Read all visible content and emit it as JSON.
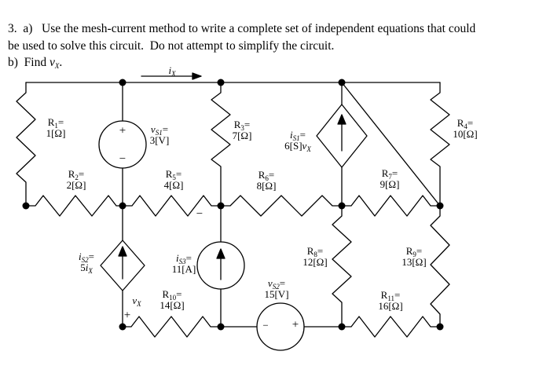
{
  "header": {
    "line1": "3.  a)   Use the mesh-current method to write a complete set of independent equations that could",
    "line2": "be used to solve this circuit.  Do not attempt to simplify the circuit.",
    "line3_prefix": "b)  Find ",
    "line3_var": "v",
    "line3_sub": "X",
    "line3_suffix": "."
  },
  "circuit": {
    "current_arrow": {
      "sym": "i",
      "sub": "X"
    },
    "vx_marker": {
      "sym": "v",
      "sub": "X",
      "plus": "+",
      "minus": "−"
    },
    "components": {
      "R1": {
        "sym": "R",
        "sub": "1",
        "eq": "=",
        "val": "1[Ω]"
      },
      "R2": {
        "sym": "R",
        "sub": "2",
        "eq": "=",
        "val": "2[Ω]"
      },
      "R3": {
        "sym": "R",
        "sub": "3",
        "eq": "=",
        "val": "7[Ω]"
      },
      "R4": {
        "sym": "R",
        "sub": "4",
        "eq": "=",
        "val": "10[Ω]"
      },
      "R5": {
        "sym": "R",
        "sub": "5",
        "eq": "=",
        "val": "4[Ω]"
      },
      "R6": {
        "sym": "R",
        "sub": "6",
        "eq": "=",
        "val": "8[Ω]"
      },
      "R7": {
        "sym": "R",
        "sub": "7",
        "eq": "=",
        "val": "9[Ω]"
      },
      "R8": {
        "sym": "R",
        "sub": "8",
        "eq": "=",
        "val": "12[Ω]"
      },
      "R9": {
        "sym": "R",
        "sub": "9",
        "eq": "=",
        "val": "13[Ω]"
      },
      "R10": {
        "sym": "R",
        "sub": "10",
        "eq": "=",
        "val": "14[Ω]"
      },
      "R11": {
        "sym": "R",
        "sub": "11",
        "eq": "=",
        "val": "16[Ω]"
      },
      "vS1": {
        "sym": "v",
        "sub": "S1",
        "eq": "=",
        "val": "3[V]",
        "plus": "+",
        "minus": "−"
      },
      "vS2": {
        "sym": "v",
        "sub": "S2",
        "eq": "=",
        "val": "15[V]",
        "plus": "+",
        "minus": "−"
      },
      "iS1": {
        "sym": "i",
        "sub": "S1",
        "eq": "=",
        "val": "6[S]",
        "valsym": "v",
        "valsub": "X"
      },
      "iS2": {
        "sym": "i",
        "sub": "S2",
        "eq": "=",
        "val": "5",
        "valsym": "i",
        "valsub": "X"
      },
      "iS3": {
        "sym": "i",
        "sub": "S3",
        "eq": "=",
        "val": "11[A]"
      }
    }
  }
}
